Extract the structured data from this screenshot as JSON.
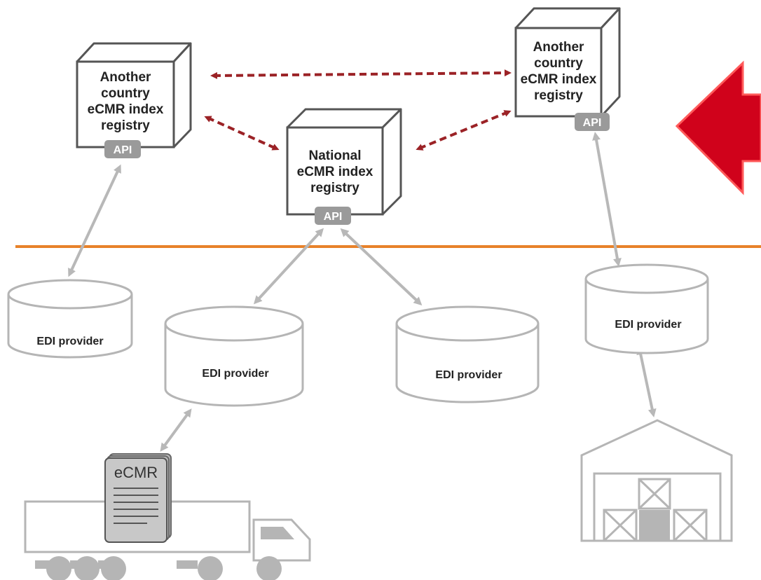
{
  "registries": {
    "left": {
      "lines": [
        "Another",
        "country",
        "eCMR index",
        "registry"
      ],
      "api": "API"
    },
    "center": {
      "lines": [
        "National",
        "eCMR index",
        "registry"
      ],
      "api": "API"
    },
    "right": {
      "lines": [
        "Another",
        "country",
        "eCMR index",
        "registry"
      ],
      "api": "API"
    }
  },
  "providers": [
    {
      "label": "EDI provider"
    },
    {
      "label": "EDI provider"
    },
    {
      "label": "EDI provider"
    },
    {
      "label": "EDI provider"
    }
  ],
  "document": {
    "label": "eCMR"
  },
  "colors": {
    "divider": "#e8822a",
    "registry_link": "#9b2226",
    "gray_link": "#b8b8b8",
    "cube_stroke": "#555555",
    "api_badge": "#9a9a9a",
    "big_arrow": "#d0021b",
    "outline_gray": "#b5b5b5"
  }
}
